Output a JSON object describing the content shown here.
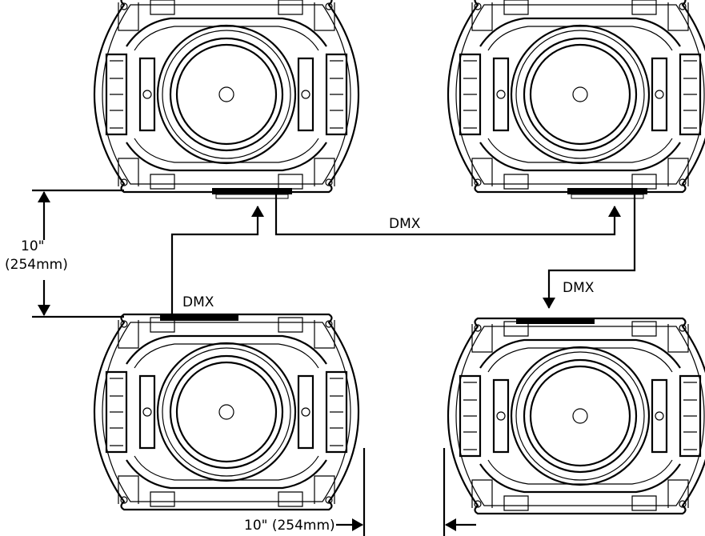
{
  "diagram": {
    "labels": {
      "dmx_top": "DMX",
      "dmx_left": "DMX",
      "dmx_right": "DMX",
      "vertical_spacing_in": "10\"",
      "vertical_spacing_mm": "(254mm)",
      "horizontal_spacing": "10\" (254mm)"
    },
    "fixtures": [
      {
        "name": "fixture-top-left"
      },
      {
        "name": "fixture-top-right"
      },
      {
        "name": "fixture-bottom-left"
      },
      {
        "name": "fixture-bottom-right"
      }
    ],
    "colors": {
      "line": "#000000",
      "background": "#ffffff"
    }
  }
}
